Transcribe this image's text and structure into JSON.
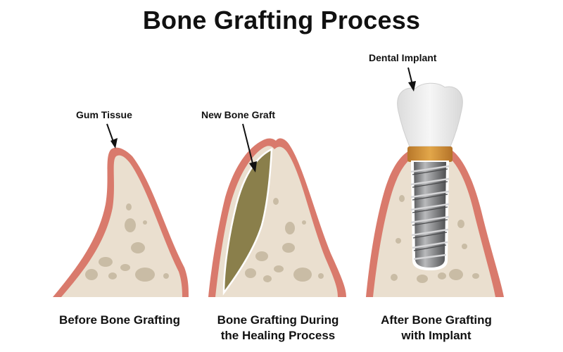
{
  "title": "Bone Grafting Process",
  "labels": {
    "gum_tissue": "Gum Tissue",
    "new_bone_graft": "New Bone Graft",
    "dental_implant": "Dental Implant"
  },
  "captions": [
    {
      "line1": "Before Bone Grafting",
      "line2": ""
    },
    {
      "line1": "Bone Grafting During",
      "line2": "the Healing Process"
    },
    {
      "line1": "After Bone Grafting",
      "line2": "with Implant"
    }
  ],
  "colors": {
    "gum": "#d97a6c",
    "bone": "#eadfcf",
    "bone_spots": "#c9bca5",
    "graft": "#8a7f4b",
    "crown": "#ececec",
    "abutment": "#d4943a",
    "screw": "#8e8f91",
    "text": "#111111"
  }
}
